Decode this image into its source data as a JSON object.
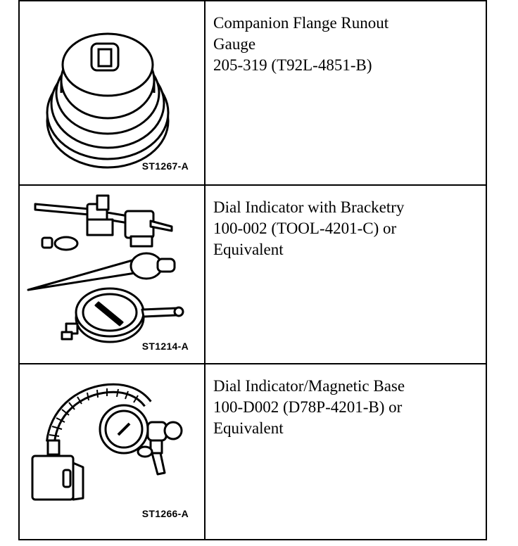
{
  "tools": [
    {
      "name_lines": [
        "Companion Flange Runout",
        "Gauge",
        "205-319 (T92L-4851-B)"
      ],
      "illustration_code": "ST1267-A",
      "icon": "companion-flange-runout-gauge-icon"
    },
    {
      "name_lines": [
        "Dial Indicator with Bracketry",
        "100-002 (TOOL-4201-C) or",
        "Equivalent"
      ],
      "illustration_code": "ST1214-A",
      "icon": "dial-indicator-bracketry-icon"
    },
    {
      "name_lines": [
        "Dial Indicator/Magnetic Base",
        "100-D002 (D78P-4201-B) or",
        "Equivalent"
      ],
      "illustration_code": "ST1266-A",
      "icon": "dial-indicator-magnetic-base-icon"
    }
  ]
}
